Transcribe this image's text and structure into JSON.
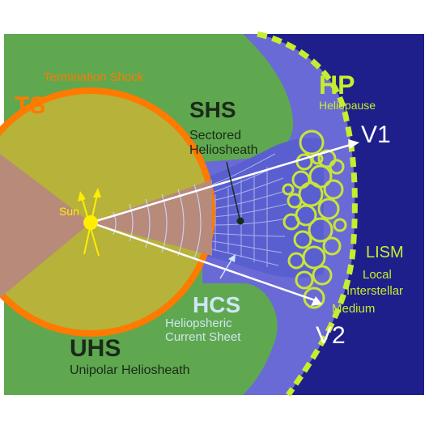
{
  "diagram": {
    "labels": {
      "ts_abbr": "TS",
      "ts_full": "Termination Shock",
      "shs_abbr": "SHS",
      "shs_line1": "Sectored",
      "shs_line2": "Heliosheath",
      "hp_abbr": "HP",
      "hp_full": "Heliopause",
      "v1": "V1",
      "v2": "V2",
      "lism_abbr": "LISM",
      "lism_line1": "Local",
      "lism_line2": "Interstellar",
      "lism_line3": "Medium",
      "hcs_abbr": "HCS",
      "hcs_line1": "Heliopsheric",
      "hcs_line2": "Current Sheet",
      "uhs_abbr": "UHS",
      "uhs_full": "Unipolar Heliosheath",
      "sun": "Sun"
    },
    "colors": {
      "interstellar": "#1f1f8c",
      "heliosheath": "#5fa84f",
      "sheath_edge": "#6a6ad6",
      "sector_region": "#5a5fd0",
      "termination_shock": "#ff7a00",
      "inner_wind": "#b6b23a",
      "sector_wedge": "#b88a7a",
      "heliopause_dash": "#c6ee2c",
      "bubbles": "#c8e43a",
      "hcs_text": "#cfe6f4",
      "dark_text": "#1a2a1a",
      "hp_text": "#c6ee2c",
      "sun": "#ffee00"
    }
  }
}
